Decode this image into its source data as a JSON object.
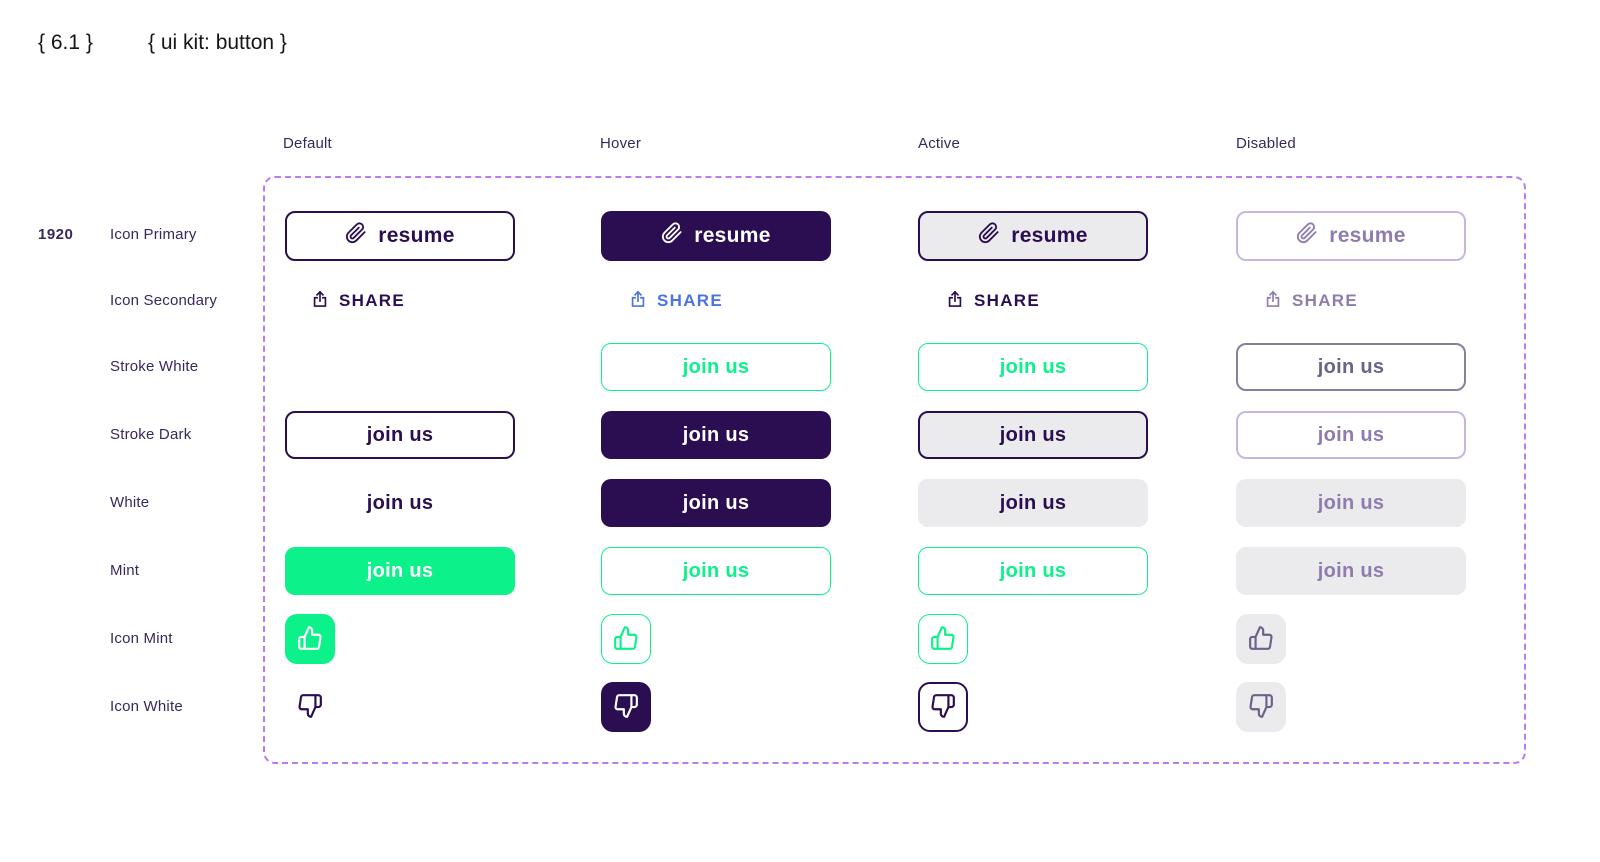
{
  "page": {
    "index_label": "{ 6.1 }",
    "title": "{ ui kit: button }"
  },
  "breakpoint_label": "1920",
  "columns": [
    {
      "label": "Default"
    },
    {
      "label": "Hover"
    },
    {
      "label": "Active"
    },
    {
      "label": "Disabled"
    }
  ],
  "rows": [
    {
      "label": "Icon Primary",
      "text": "resume",
      "icon": "paperclip-icon"
    },
    {
      "label": "Icon Secondary",
      "text": "SHARE",
      "icon": "share-icon"
    },
    {
      "label": "Stroke White",
      "text": "join us"
    },
    {
      "label": "Stroke Dark",
      "text": "join us"
    },
    {
      "label": "White",
      "text": "join us"
    },
    {
      "label": "Mint",
      "text": "join us"
    },
    {
      "label": "Icon Mint",
      "icon": "thumbs-up-icon"
    },
    {
      "label": "Icon White",
      "icon": "thumbs-down-icon"
    }
  ],
  "colors": {
    "dark": "#2B0E51",
    "mint": "#0CF18A",
    "blue": "#4D72E3",
    "gray": "#EBEAEC",
    "muted": "#8F7CAE",
    "muted_border": "#C7B7DC",
    "muted_strong": "#6E6189",
    "muted_border_strong": "#8B7E9D",
    "dash": "#B87CF0",
    "label": "#38285C"
  }
}
